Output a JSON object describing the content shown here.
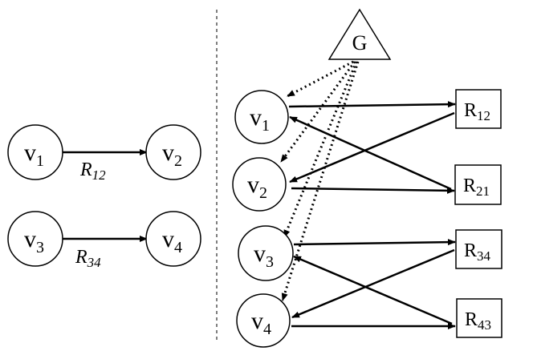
{
  "left_panel": {
    "nodes": [
      {
        "id": "v1",
        "base": "v",
        "sub": "1"
      },
      {
        "id": "v2",
        "base": "v",
        "sub": "2"
      },
      {
        "id": "v3",
        "base": "v",
        "sub": "3"
      },
      {
        "id": "v4",
        "base": "v",
        "sub": "4"
      }
    ],
    "edges": [
      {
        "from": "v1",
        "to": "v2",
        "label_base": "R",
        "label_sub": "12"
      },
      {
        "from": "v3",
        "to": "v4",
        "label_base": "R",
        "label_sub": "34"
      }
    ]
  },
  "right_panel": {
    "global_node": {
      "label": "G"
    },
    "variable_nodes": [
      {
        "id": "v1",
        "base": "v",
        "sub": "1"
      },
      {
        "id": "v2",
        "base": "v",
        "sub": "2"
      },
      {
        "id": "v3",
        "base": "v",
        "sub": "3"
      },
      {
        "id": "v4",
        "base": "v",
        "sub": "4"
      }
    ],
    "relation_nodes": [
      {
        "id": "R12",
        "base": "R",
        "sub": "12"
      },
      {
        "id": "R21",
        "base": "R",
        "sub": "21"
      },
      {
        "id": "R34",
        "base": "R",
        "sub": "34"
      },
      {
        "id": "R43",
        "base": "R",
        "sub": "43"
      }
    ],
    "edges_solid": [
      {
        "from": "v1",
        "to": "R12"
      },
      {
        "from": "R12",
        "to": "v2"
      },
      {
        "from": "v2",
        "to": "R21"
      },
      {
        "from": "R21",
        "to": "v1"
      },
      {
        "from": "v3",
        "to": "R34"
      },
      {
        "from": "R34",
        "to": "v4"
      },
      {
        "from": "v4",
        "to": "R43"
      },
      {
        "from": "R43",
        "to": "v3"
      }
    ],
    "edges_dotted": [
      {
        "from": "G",
        "to": "v1"
      },
      {
        "from": "G",
        "to": "v2"
      },
      {
        "from": "G",
        "to": "v3"
      },
      {
        "from": "G",
        "to": "v4"
      }
    ]
  },
  "colors": {
    "stroke": "#000000",
    "background": "#ffffff",
    "divider": "#555555"
  }
}
